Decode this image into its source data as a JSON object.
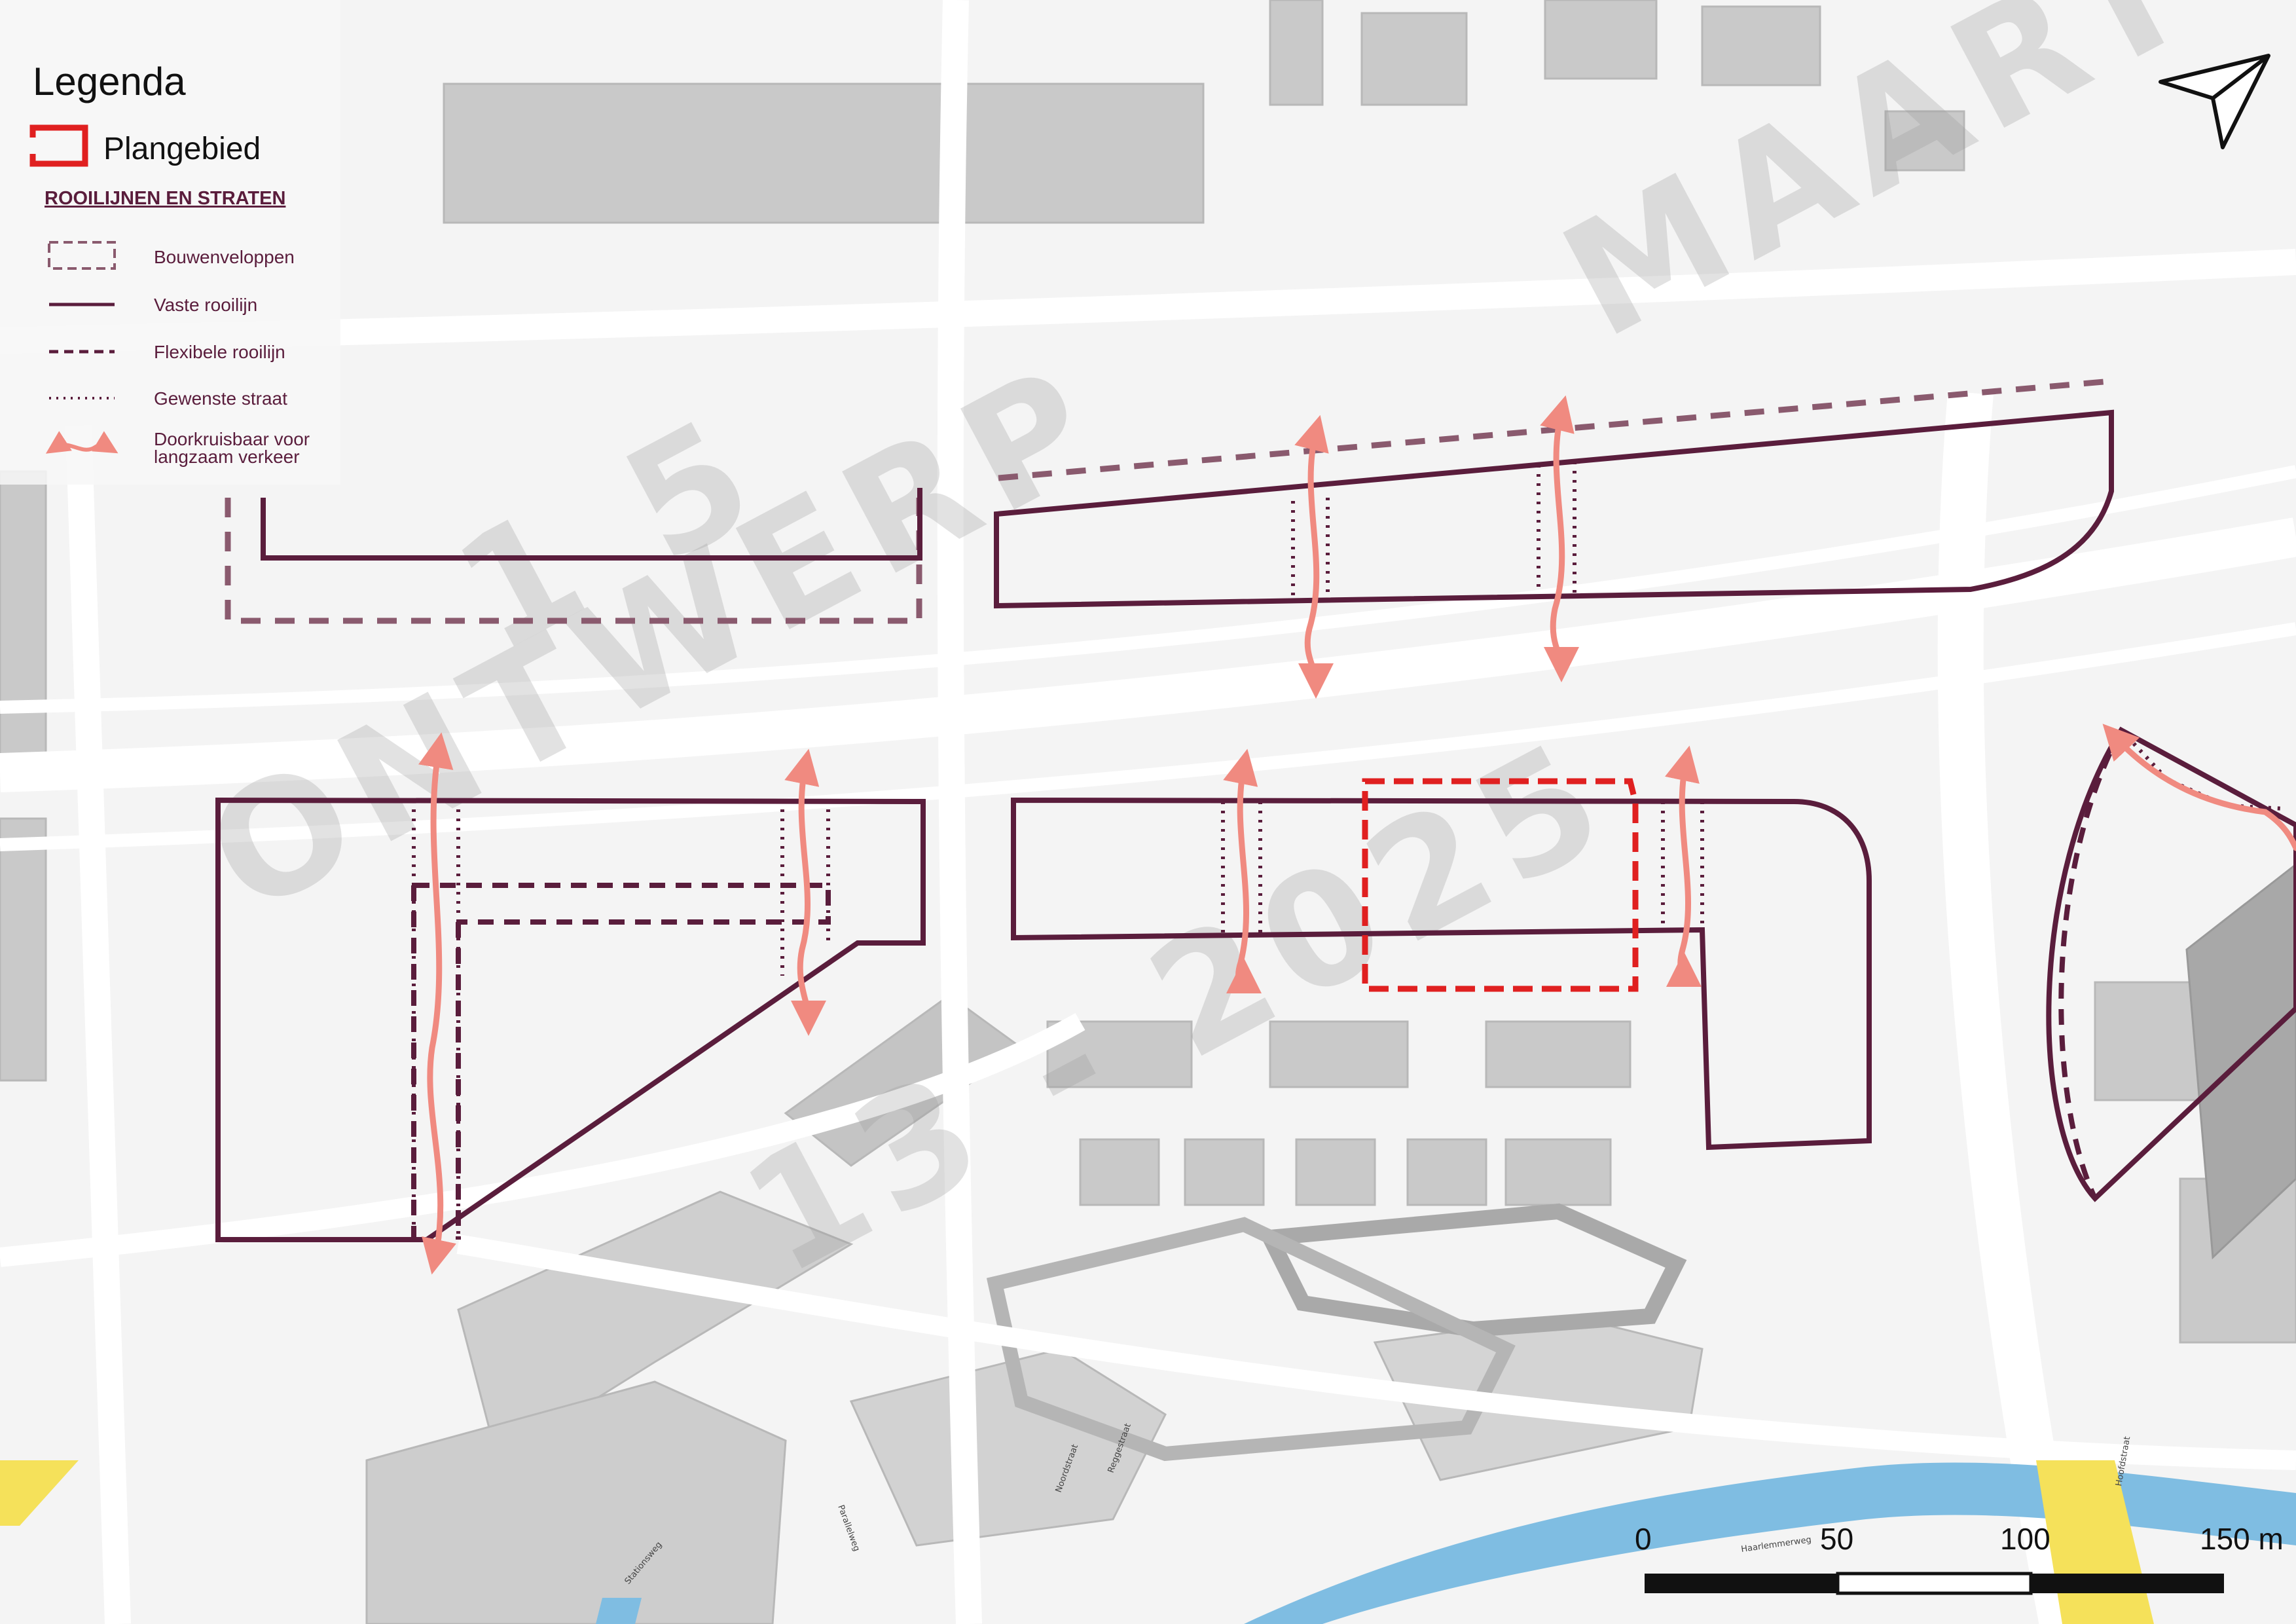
{
  "legend": {
    "title": "Legenda",
    "plangebied": "Plangebied",
    "section_title": "ROOILIJNEN EN STRATEN",
    "items": [
      "Bouwenveloppen",
      "Vaste rooilijn",
      "Flexibele rooilijn",
      "Gewenste straat",
      "Doorkruisbaar voor",
      "langzaam verkeer"
    ]
  },
  "scale": {
    "labels": [
      "0",
      "50",
      "100",
      "150 m"
    ]
  },
  "streets": [
    "Parallelweg",
    "Noordstraat",
    "Haarlemmerweg",
    "Reggestraat",
    "Stationsweg",
    "Hoofdstraat"
  ],
  "watermark": [
    "1 5",
    "MAART",
    "ONTWERP",
    "13 - 2025"
  ],
  "colors": {
    "rooilijn": "#5a1d3c",
    "plangebied": "#e02020",
    "crossing": "#f08a80",
    "water": "#7fbde2",
    "yellow": "#f5e15a",
    "buildings": "#c8c8c8"
  },
  "icons": {
    "north": "north-arrow-icon"
  }
}
